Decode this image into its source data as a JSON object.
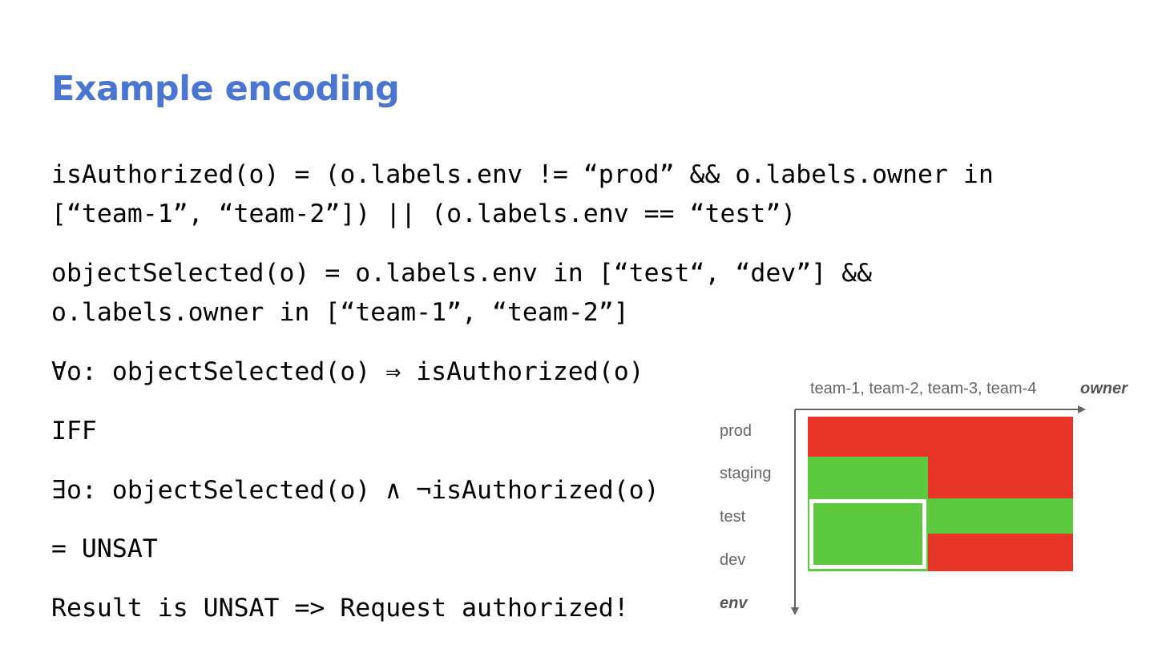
{
  "slide": {
    "title": "Example encoding",
    "lines": [
      "isAuthorized(o) = (o.labels.env != “prod” && o.labels.owner in\n[“team-1”, “team-2”]) || (o.labels.env == “test”)",
      "objectSelected(o) = o.labels.env in [“test“, “dev”] &&\no.labels.owner in [“team-1”, “team-2”]",
      "∀o: objectSelected(o) ⇒ isAuthorized(o)",
      "IFF",
      "∃o: objectSelected(o) ∧ ¬isAuthorized(o)",
      "= UNSAT",
      "Result is UNSAT => Request authorized!"
    ]
  },
  "diagram": {
    "owner_ticks": "team-1, team-2, team-3, team-4",
    "owner_axis": "owner",
    "env_axis": "env",
    "env_rows": [
      "prod",
      "staging",
      "test",
      "dev"
    ],
    "colors": {
      "unauthorized": "#e8352a",
      "authorized": "#5cc93f",
      "selection": "#ffffff",
      "axis": "#666666"
    }
  }
}
